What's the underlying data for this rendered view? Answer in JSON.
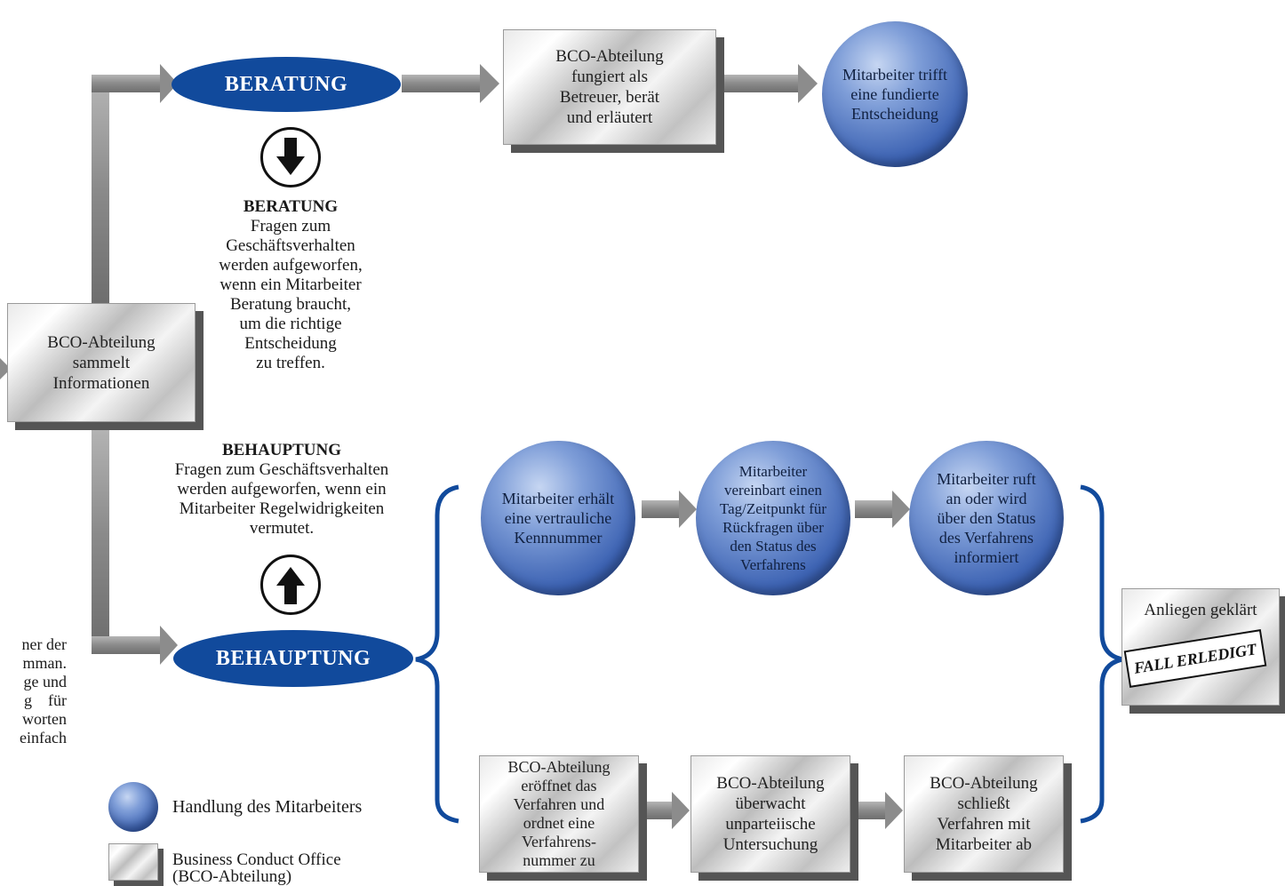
{
  "nodes": {
    "beratung_oval": "BERATUNG",
    "behauptung_oval": "BEHAUPTUNG",
    "bco_collects": "BCO-Abteilung\nsammelt\nInformationen",
    "bco_advises": "BCO-Abteilung\nfungiert als\nBetreuer, berät\nund erläutert",
    "employee_decides": "Mitarbeiter trifft\neine fundierte\nEntscheidung",
    "employee_gets_number": "Mitarbeiter erhält\neine vertrauliche\nKennnummer",
    "employee_agrees_date": "Mitarbeiter\nvereinbart einen\nTag/Zeitpunkt für\nRückfragen über\nden Status des\nVerfahrens",
    "employee_informed": "Mitarbeiter ruft\nan oder wird\nüber den Status\ndes Verfahrens\ninformiert",
    "bco_opens": "BCO-Abteilung\neröffnet das\nVerfahren und\nordnet eine\nVerfahrens-\nnummer zu",
    "bco_monitors": "BCO-Abteilung\nüberwacht\nunparteiische\nUntersuchung",
    "bco_closes": "BCO-Abteilung\nschließt\nVerfahren mit\nMitarbeiter ab",
    "resolved": "Anliegen geklärt",
    "stamp": "FALL ERLEDIGT"
  },
  "descriptions": {
    "beratung_head": "BERATUNG",
    "beratung_body": "Fragen zum\nGeschäftsverhalten\nwerden aufgeworfen,\nwenn ein Mitarbeiter\nBeratung braucht,\num die richtige\nEntscheidung\nzu treffen.",
    "behauptung_head": "BEHAUPTUNG",
    "behauptung_body": "Fragen zum Geschäftsverhalten\nwerden aufgeworfen, wenn ein\nMitarbeiter Regelwidrigkeiten\nvermutet."
  },
  "left_text_fragments": [
    "ner der",
    "mman.",
    "ge und",
    "g    für",
    "worten",
    "einfach"
  ],
  "legend": {
    "employee_action": "Handlung des Mitarbeiters",
    "bco": "Business Conduct Office\n(BCO-Abteilung)"
  },
  "colors": {
    "oval_blue": "#114a9c",
    "bracket_blue": "#114a9c",
    "arrow_gray": "#8c8c8c",
    "shadow": "#555555"
  }
}
